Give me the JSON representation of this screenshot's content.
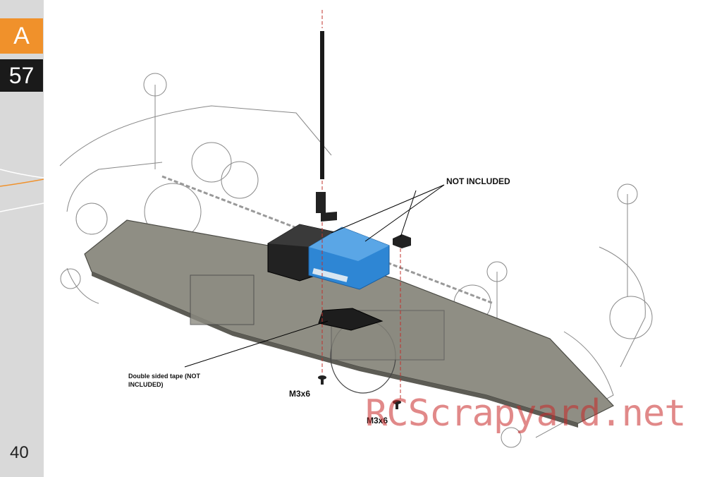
{
  "sidebar": {
    "section_letter": "A",
    "step_number": "57",
    "page_number": "40"
  },
  "callouts": {
    "not_included": "NOT INCLUDED",
    "double_sided_tape": "Double sided tape (NOT INCLUDED)",
    "screw_1": "M3x6",
    "screw_2": "M3x6"
  },
  "watermark": "RCScrapyard.net",
  "colors": {
    "section_accent": "#f0912b",
    "step_badge": "#1a1a1a",
    "sidebar_bg": "#d9d9d9",
    "battery_pack": "#2e86d4",
    "chassis_plate": "#8a8a80",
    "guide_line": "#c0302b",
    "watermark": "#c82828"
  },
  "icons": [
    "antenna-tube-icon",
    "antenna-mount-icon",
    "receiver-box-icon",
    "battery-pack-icon",
    "battery-stopper-icon",
    "screw-icon"
  ]
}
